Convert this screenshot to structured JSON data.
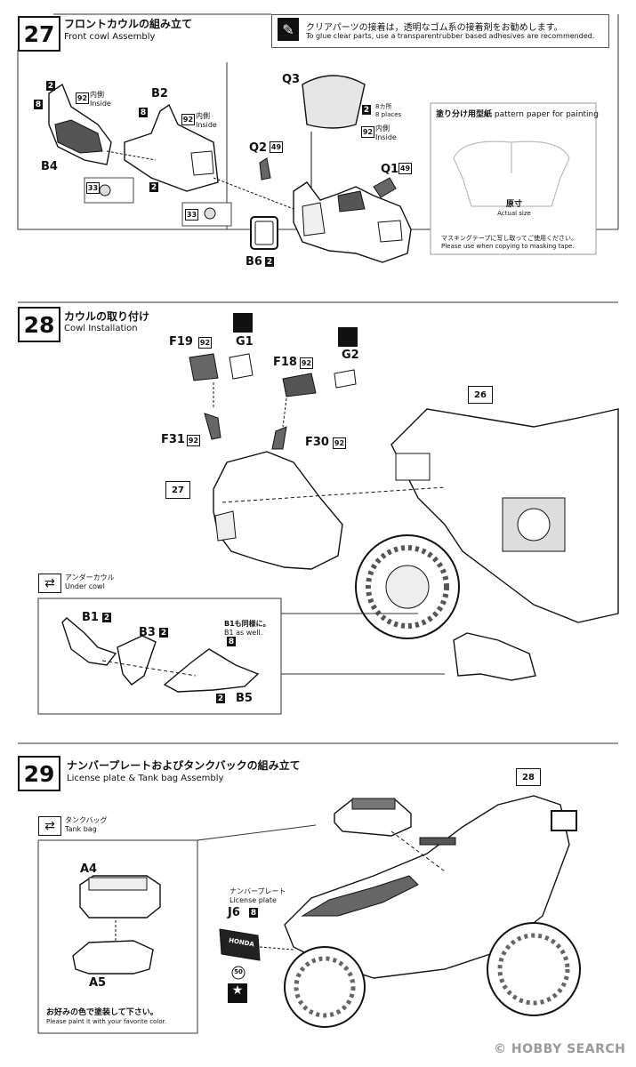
{
  "step27": {
    "number": "27",
    "title_jp": "フロントカウルの組み立て",
    "title_en": "Front cowl Assembly",
    "note_jp": "クリアパーツの接着は，透明なゴム系の接着剤をお勧めします。",
    "note_en": "To glue clear parts, use a transparentrubber based adhesives are recommended.",
    "pattern_title_jp": "塗り分け用型紙",
    "pattern_title_en": "pattern paper for painting",
    "pattern_actual_jp": "原寸",
    "pattern_actual_en": "Actual size",
    "pattern_note_jp": "マスキングテープに写し取ってご使用ください。",
    "pattern_note_en": "Please use when copying to masking tape.",
    "inside_jp": "内側",
    "inside_en": "Inside",
    "places_jp": "8カ所",
    "places_en": "8 places",
    "parts": {
      "q3": "Q3",
      "q2": "Q2",
      "q1": "Q1",
      "b2": "B2",
      "b4": "B4",
      "b6": "B6"
    },
    "color_codes": {
      "c2": "2",
      "c8": "8",
      "c92": "92",
      "c49": "49",
      "c33": "33"
    }
  },
  "step28": {
    "number": "28",
    "title_jp": "カウルの取り付け",
    "title_en": "Cowl Installation",
    "parts": {
      "f19": "F19",
      "g1": "G1",
      "f18": "F18",
      "g2": "G2",
      "f31": "F31",
      "f30": "F30",
      "ref27": "27",
      "ref26": "26"
    },
    "under_cowl_jp": "アンダーカウル",
    "under_cowl_en": "Under cowl",
    "under_parts": {
      "b1": "B1",
      "b3": "B3",
      "b5": "B5"
    },
    "b1_note_jp": "B1も同様に。",
    "b1_note_en": "B1 as well."
  },
  "step29": {
    "number": "29",
    "title_jp": "ナンバープレートおよびタンクバックの組み立て",
    "title_en": "License plate & Tank bag Assembly",
    "tank_bag_jp": "タンクバッグ",
    "tank_bag_en": "Tank bag",
    "parts": {
      "a4": "A4",
      "a5": "A5",
      "j6": "J6",
      "ref28": "28"
    },
    "license_jp": "ナンバープレート",
    "license_en": "License plate",
    "decal_no": "50",
    "plate_text": "HONDA",
    "paint_note_jp": "お好みの色で塗装して下さい。",
    "paint_note_en": "Please  paint it with your favorite color."
  },
  "watermark": {
    "copyright": "©",
    "brand": "HOBBY SEARCH"
  }
}
